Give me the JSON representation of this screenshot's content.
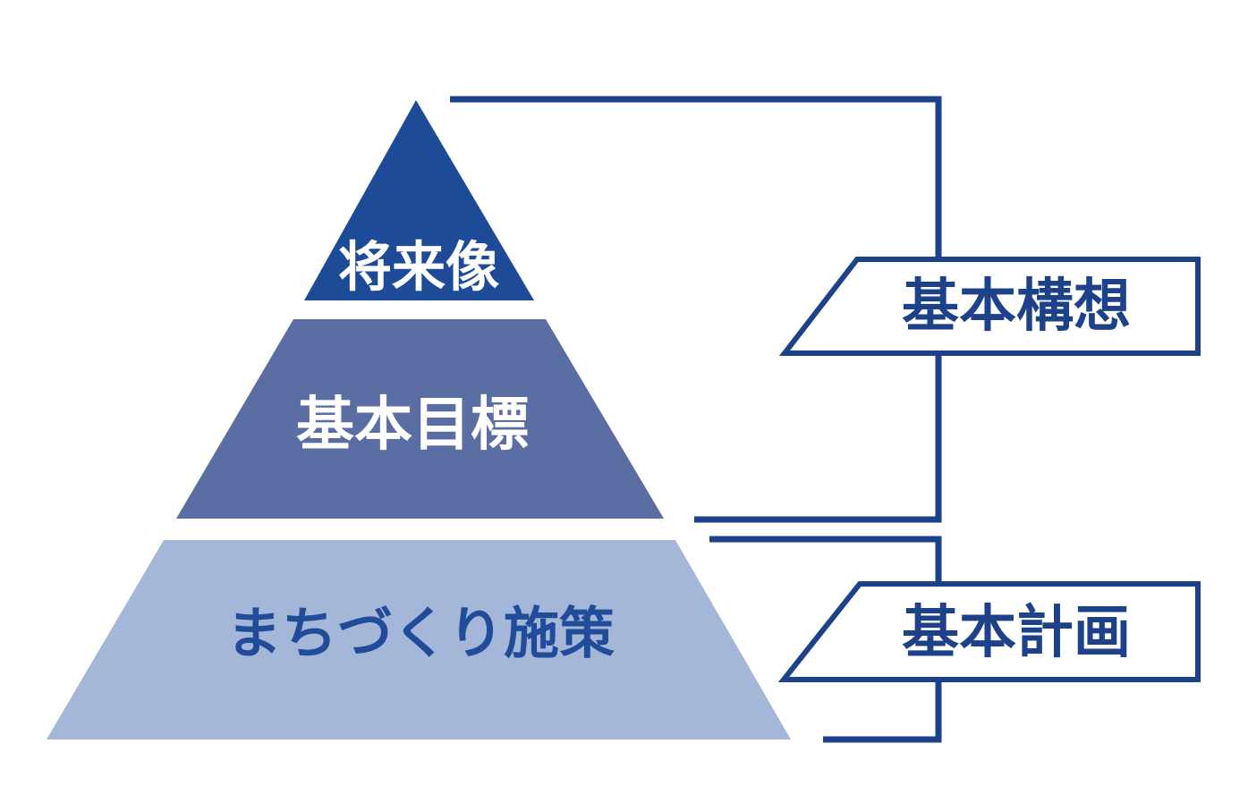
{
  "pyramid": {
    "tiers": [
      {
        "id": "shourai-zou",
        "label": "将来像",
        "fill": "#1E4B97",
        "text_color": "#FFFFFF"
      },
      {
        "id": "kihon-mokuhyou",
        "label": "基本目標",
        "fill": "#5A6EA4",
        "text_color": "#FFFFFF"
      },
      {
        "id": "machizukuri-shisaku",
        "label": "まちづくり施策",
        "fill": "#A4B7D8",
        "text_color": "#214C99"
      }
    ]
  },
  "annotations": [
    {
      "id": "kihon-kousou",
      "label": "基本構想",
      "covers_tiers": [
        "将来像",
        "基本目標"
      ]
    },
    {
      "id": "kihon-keikaku",
      "label": "基本計画",
      "covers_tiers": [
        "まちづくり施策"
      ]
    }
  ],
  "colors": {
    "bracket_line": "#1E4289",
    "box_border": "#1E4289",
    "box_fill": "#FFFFFF",
    "background": "#FFFFFF"
  }
}
